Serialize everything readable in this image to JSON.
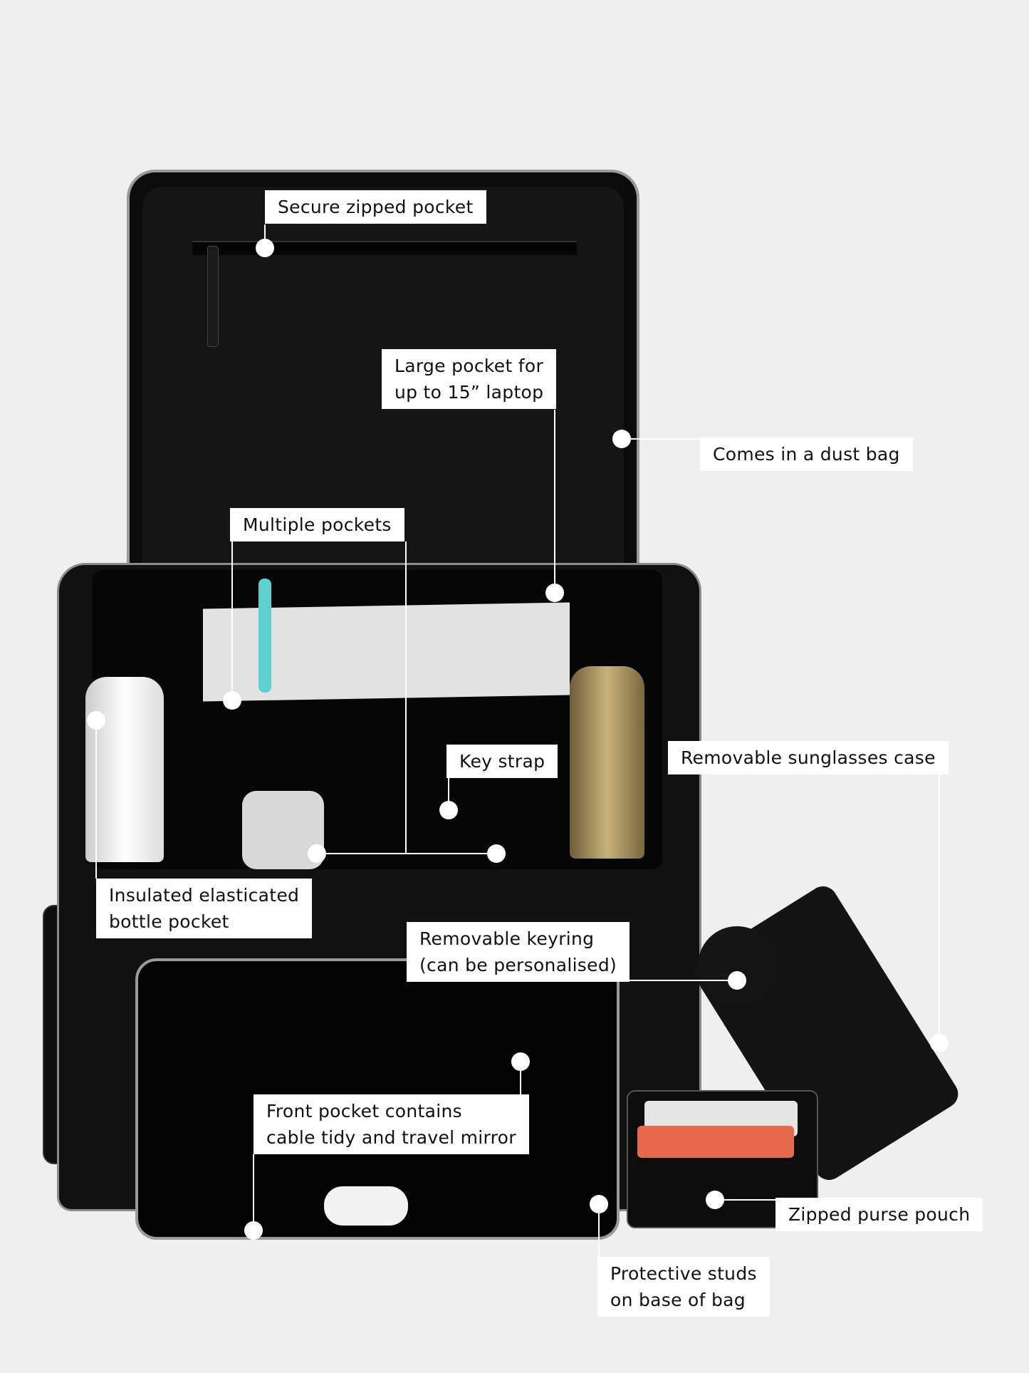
{
  "colors": {
    "background": "#efefef",
    "label_bg": "#ffffff",
    "label_text": "#111111",
    "bag": "#0b0b0b"
  },
  "callouts": [
    {
      "lines": [
        "Secure zipped pocket"
      ]
    },
    {
      "lines": [
        "Large pocket for",
        "up to 15” laptop"
      ]
    },
    {
      "lines": [
        "Comes in a dust bag"
      ]
    },
    {
      "lines": [
        "Multiple pockets"
      ]
    },
    {
      "lines": [
        "Key strap"
      ]
    },
    {
      "lines": [
        "Removable sunglasses case"
      ]
    },
    {
      "lines": [
        "Insulated elasticated",
        "bottle pocket"
      ]
    },
    {
      "lines": [
        "Removable keyring",
        "(can be personalised)"
      ]
    },
    {
      "lines": [
        "Front pocket contains",
        "cable tidy and travel mirror"
      ]
    },
    {
      "lines": [
        "Zipped purse pouch"
      ]
    },
    {
      "lines": [
        "Protective studs",
        "on base of bag"
      ]
    }
  ]
}
